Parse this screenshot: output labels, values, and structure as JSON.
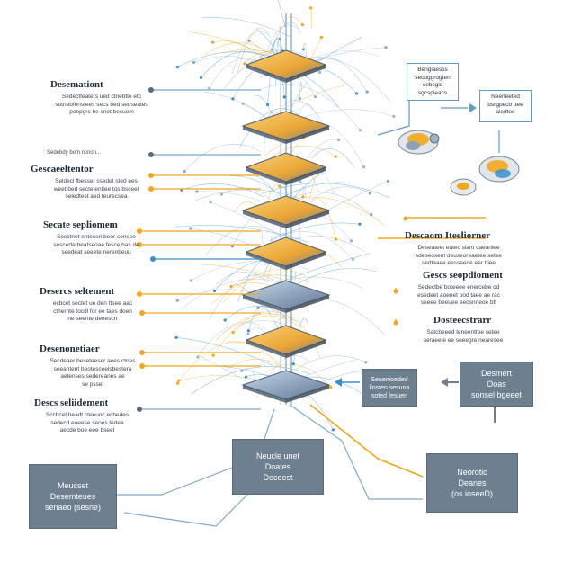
{
  "left_blocks": [
    {
      "title": "Desemationt",
      "body": "Sedectfeaters ued ctnebtte etc\nsotnebfenstees secs bed sedseates\nponpgrc be snet becuem"
    },
    {
      "title": "",
      "body": "Sedebdy bom ncnon..."
    },
    {
      "title": "Gescaeeltentor",
      "body": "Seldecl fbesser ssedet sted ees\nweet bed sectetentiee tos bsceel\nseledtest aed teurecsea"
    },
    {
      "title": "Secate sepliomem",
      "body": "Scectnet enteseri beor sensee\nsescerte beatseoae fesce bas de\nseedeat seeete nerenbeuu"
    },
    {
      "title": "Desercs seltement",
      "body": "ecbcet sectet ue den ttsee aac\ncthernte tocdl for ee taes doen\nne seente denescrt"
    },
    {
      "title": "Desenonetiaer",
      "body": "Secdeaer beseteeser aees ctnes\nseeantent beotesceelsbestera\naetenses  sedereanes  ae\nse pssel"
    },
    {
      "title": "Descs seliidement",
      "body": "Sccbcet beadt cteeunc ecbedes\nsedecd eoeese seoes tedea\naecde boe eee bseet"
    }
  ],
  "right_blocks": [
    {
      "title": "Descaom Iteeliorner",
      "body": "Deseateet eatec siant caeaniee\nsdeseosent deuseoreaetee setee\nsedtaaee eesseede eer ttiee"
    },
    {
      "title": "Gescs seopdioment",
      "body": "Sedectbe boteeee enercebe od\nesedeet aoenet ood taee ae rac\nseeee beeuee eeosnneoe btt"
    },
    {
      "title": "Dosteecstrarr",
      "body": "Satcbeeed teneenttee setee\nseraeete ee seeegre nearesee"
    }
  ],
  "callouts": [
    {
      "text": "Bengiaesss\nsecoggrogten\nsebsgic\nsgcspieacs"
    },
    {
      "text": "Neeneeted\nbsrgpecb uee\naiedtoe"
    }
  ],
  "boxes": [
    {
      "text": "Seuenioeded\nllosten sesuoa\nsoted fesuen"
    },
    {
      "text": "Desmert\nOoas\nsonsel bgeeet"
    },
    {
      "text": "Neucle unet\nDoates\nDeceest"
    },
    {
      "text": "Meucset\nDesemteues\nsenaeo (sesne)"
    },
    {
      "text": "Neorotic\nDeanes\n(os ioseeD)"
    }
  ],
  "colors": {
    "accent_orange": "#f2a81d",
    "accent_blue": "#3b8fd0",
    "node_grey": "#6e7f90",
    "line_blue": "#7fa9c8"
  }
}
